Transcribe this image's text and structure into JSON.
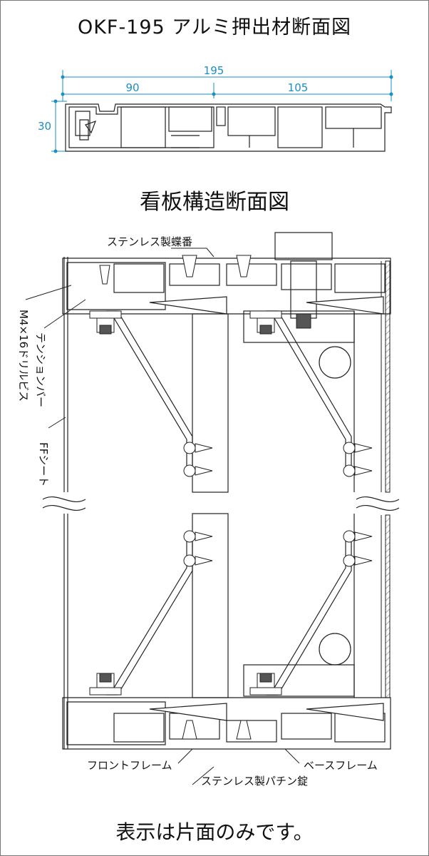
{
  "title": "OKF-195 アルミ押出材断面図",
  "section_title": "看板構造断面図",
  "footer_note": "表示は片面のみです。",
  "dimensions": {
    "overall": "195",
    "left": "90",
    "right": "105",
    "height": "30"
  },
  "labels": {
    "hinge": "ステンレス製蝶番",
    "screw": "M4×16ドリルビス",
    "tension_bar": "テンションバー",
    "ff_sheet": "FFシート",
    "front_frame": "フロントフレーム",
    "base_frame": "ベースフレーム",
    "latch": "ステンレス製パチン錠"
  },
  "colors": {
    "dimension": "#1a8fc4",
    "line": "#222222",
    "hatch": "#666666",
    "screw_head": "#555555"
  }
}
